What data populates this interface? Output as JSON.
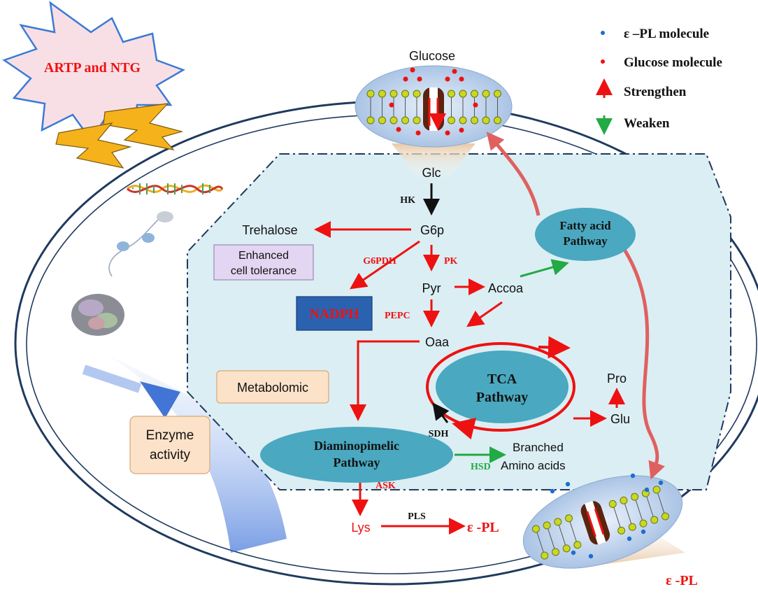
{
  "burst_label": "ARTP and NTG",
  "legend": [
    {
      "text": "ε –PL molecule",
      "icon": "blue-dot-icon"
    },
    {
      "text": "Glucose molecule",
      "icon": "red-dot-icon"
    },
    {
      "text": "Strengthen",
      "icon": "red-up-arrow-icon"
    },
    {
      "text": "Weaken",
      "icon": "green-down-arrow-icon"
    }
  ],
  "nodes": {
    "glucose": "Glucose",
    "glc": "Glc",
    "g6p": "G6p",
    "trehalose": "Trehalose",
    "pyr": "Pyr",
    "accoa": "Accoa",
    "oaa": "Oaa",
    "pro": "Pro",
    "glu": "Glu",
    "lys": "Lys",
    "epl_product": "ε -PL",
    "epl_secreted": "ε -PL",
    "branched_1": "Branched",
    "branched_2": "Amino acids"
  },
  "enzymes": {
    "hk": "HK",
    "g6pdh": "G6PDH",
    "pk": "PK",
    "pepc": "PEPC",
    "sdh": "SDH",
    "hsd": "HSD",
    "ask": "ASK",
    "pls": "PLS"
  },
  "boxes": {
    "enhanced_1": "Enhanced",
    "enhanced_2": "cell tolerance",
    "nadph": "NADPH",
    "metabolomic": "Metabolomic",
    "enzyme_1": "Enzyme",
    "enzyme_2": "activity"
  },
  "pathways": {
    "fatty_1": "Fatty acid",
    "fatty_2": "Pathway",
    "tca_1": "TCA",
    "tca_2": "Pathway",
    "dap_1": "Diaminopimelic",
    "dap_2": "Pathway"
  },
  "colors": {
    "strengthen": "#ee1111",
    "weaken": "#22aa44",
    "pathway_fill": "#4aa8c0",
    "region_fill": "#dbeef3",
    "nadph_fill": "#2a62b0"
  }
}
